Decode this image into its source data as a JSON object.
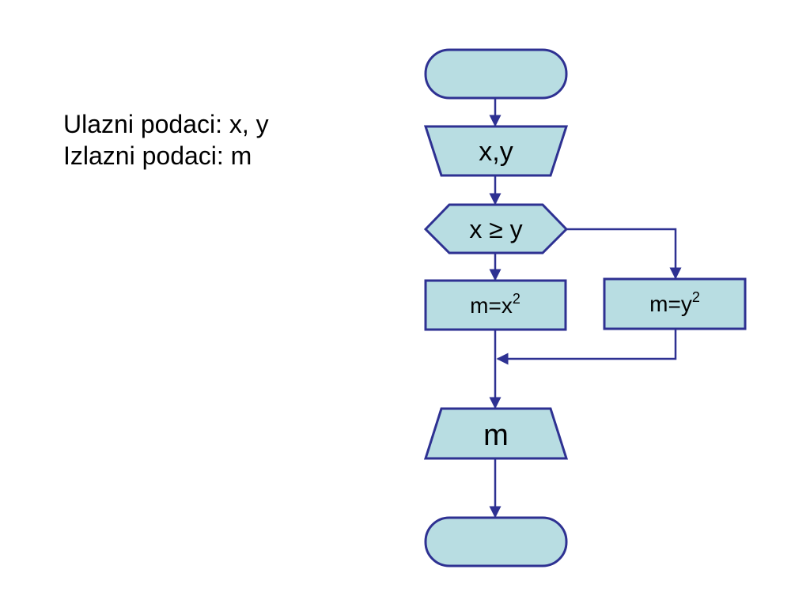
{
  "texts": {
    "input_line": "Ulazni podaci: x, y",
    "output_line": "Izlazni podaci: m"
  },
  "flowchart": {
    "input_label": "x,y",
    "condition_label": "x ≥ y",
    "branch_left": {
      "base": "m=x",
      "superscript": "2"
    },
    "branch_right": {
      "base": "m=y",
      "superscript": "2"
    },
    "output_label": "m"
  },
  "colors": {
    "shape_fill": "#b8dde2",
    "shape_stroke": "#2e3192",
    "text": "#000000"
  }
}
